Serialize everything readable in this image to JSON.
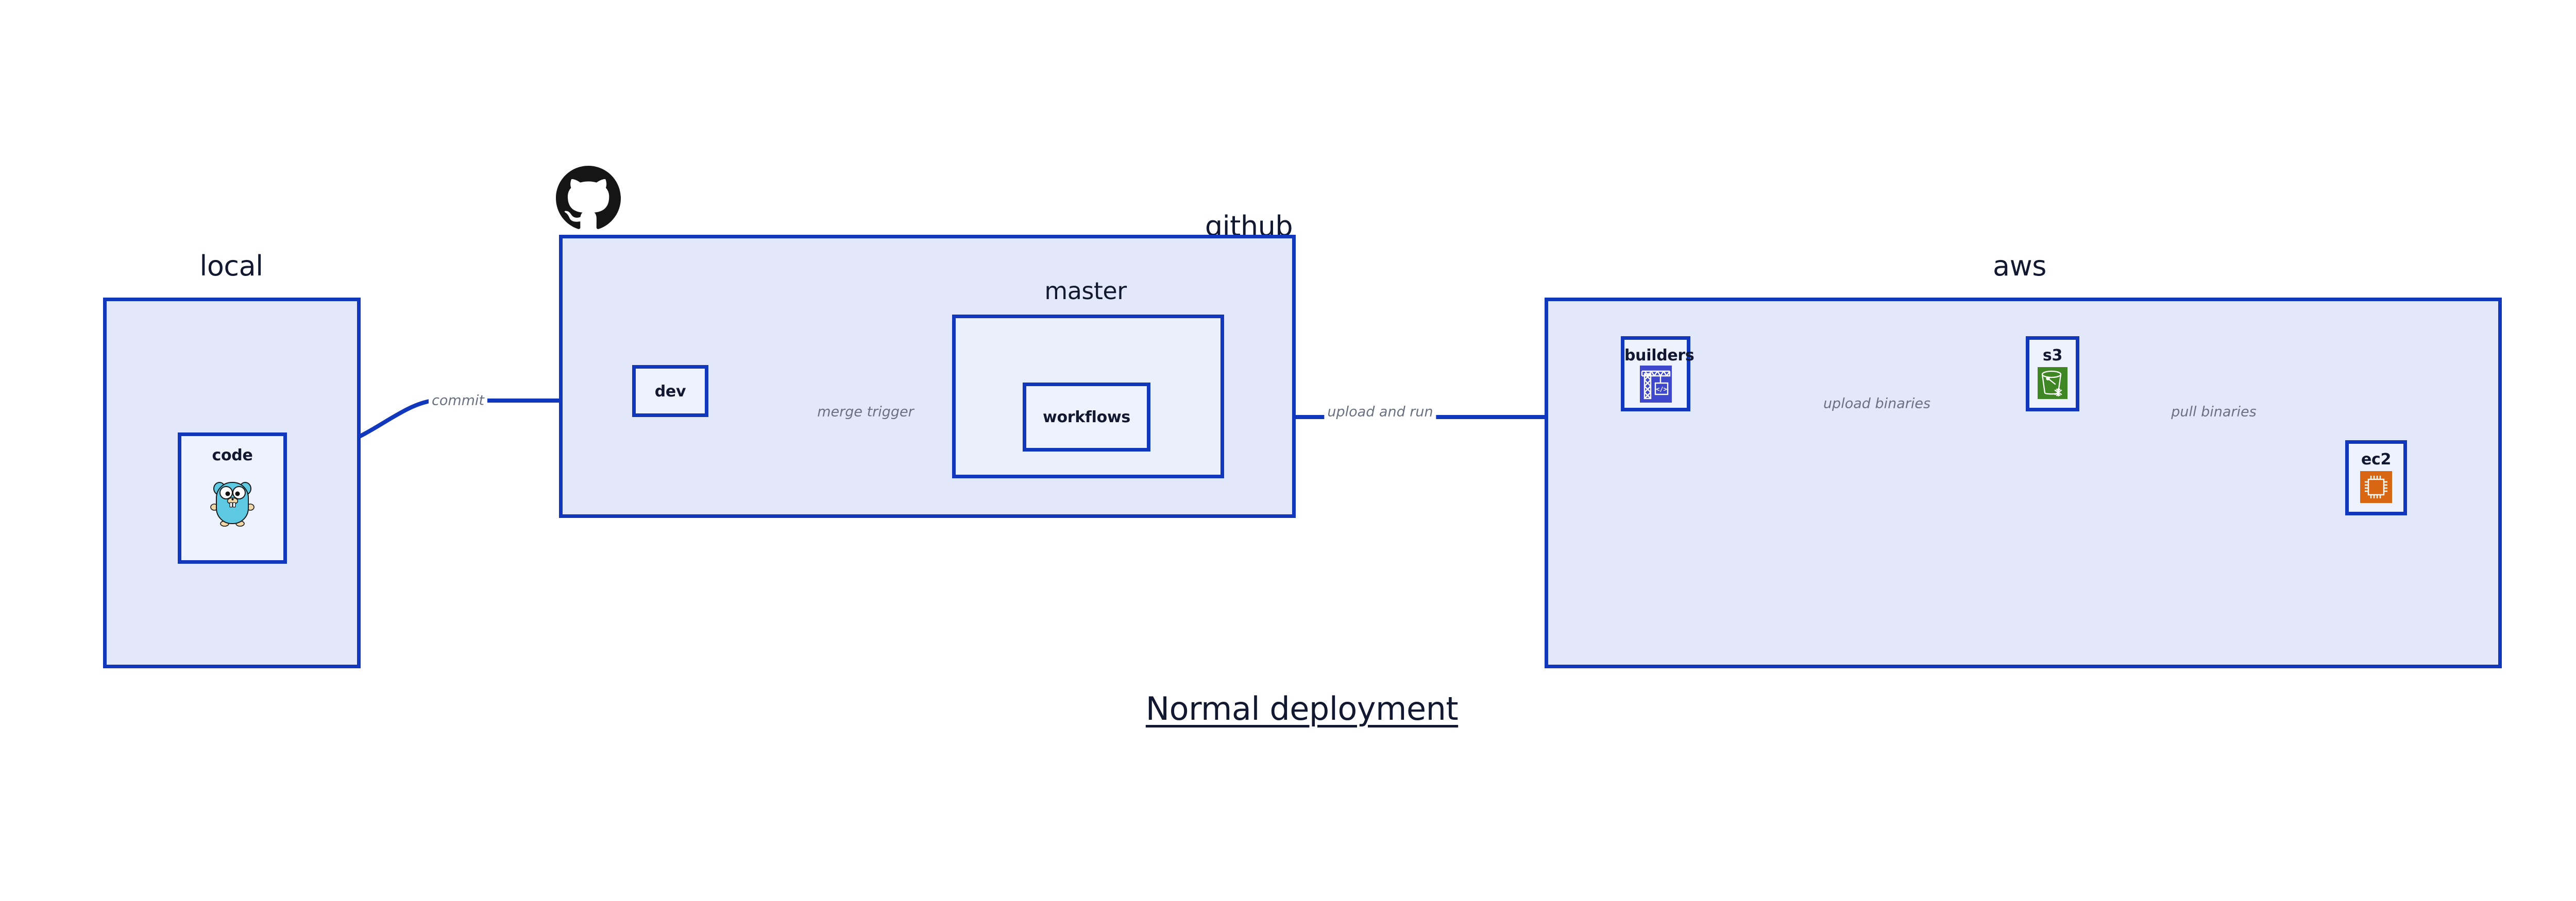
{
  "title": "Normal deployment",
  "colors": {
    "group_fill": "#e2e8fa",
    "node_fill": "#eef2fd",
    "border_blue": "#1137bd",
    "edge_blue": "#1137bd",
    "edge_label_gray": "#6a7080",
    "text_dark": "#11182f",
    "aws_builders_bg": "#3f48cc",
    "aws_s3_bg": "#3f8624",
    "aws_ec2_bg": "#d86613",
    "go_gopher_body": "#5dc9e2",
    "github_black": "#151515"
  },
  "groups": [
    {
      "id": "local",
      "label": "local"
    },
    {
      "id": "github",
      "label": "github"
    },
    {
      "id": "aws",
      "label": "aws"
    }
  ],
  "subgroups": [
    {
      "id": "master",
      "label": "master",
      "parent": "github"
    }
  ],
  "nodes": [
    {
      "id": "code",
      "label": "code",
      "group": "local",
      "icon": "go-gopher-icon"
    },
    {
      "id": "dev",
      "label": "dev",
      "group": "github",
      "icon": null
    },
    {
      "id": "workflows",
      "label": "workflows",
      "group": "master",
      "icon": null
    },
    {
      "id": "builders",
      "label": "builders",
      "group": "aws",
      "icon": "aws-builders-crane-icon"
    },
    {
      "id": "s3",
      "label": "s3",
      "group": "aws",
      "icon": "aws-s3-bucket-icon"
    },
    {
      "id": "ec2",
      "label": "ec2",
      "group": "aws",
      "icon": "aws-ec2-chip-icon"
    }
  ],
  "edges": [
    {
      "id": "commit",
      "label": "commit",
      "from": "code",
      "to": "dev"
    },
    {
      "id": "merge-trigger",
      "label": "merge trigger",
      "from": "dev",
      "to": "workflows"
    },
    {
      "id": "upload-and-run",
      "label": "upload and run",
      "from": "workflows",
      "to": "builders"
    },
    {
      "id": "upload-binaries",
      "label": "upload binaries",
      "from": "builders",
      "to": "s3"
    },
    {
      "id": "pull-binaries",
      "label": "pull binaries",
      "from": "s3",
      "to": "ec2"
    }
  ],
  "logos": [
    {
      "id": "github-logo",
      "name": "github-octocat-icon"
    }
  ]
}
